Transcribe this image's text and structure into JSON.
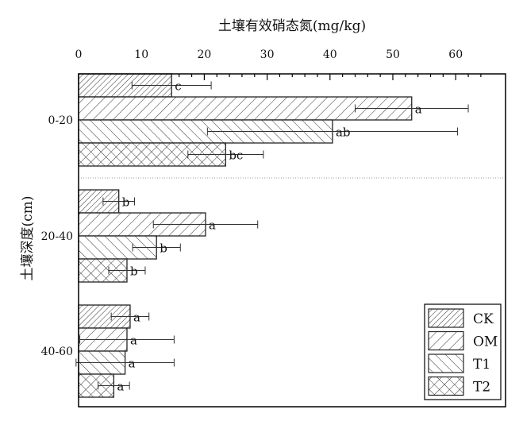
{
  "chart_data": {
    "type": "bar",
    "orientation": "horizontal",
    "title": "土壤有效硝态氮(mg/kg)",
    "xlabel": "土壤有效硝态氮(mg/kg)",
    "ylabel": "土壤深度(cm)",
    "xlim": [
      0,
      65
    ],
    "xticks": [
      "0",
      "10",
      "20",
      "30",
      "40",
      "50",
      "60"
    ],
    "categories": [
      "0-20",
      "20-40",
      "40-60"
    ],
    "legend_position": "bottom-right",
    "series": [
      {
        "name": "CK",
        "pattern": "dense-forward",
        "values": [
          14.8,
          6.4,
          8.2
        ],
        "errors": [
          6.3,
          2.5,
          3.0
        ],
        "letters": [
          "c",
          "b",
          "a"
        ]
      },
      {
        "name": "OM",
        "pattern": "forward",
        "values": [
          53.0,
          20.2,
          7.7
        ],
        "errors": [
          9.0,
          8.3,
          7.5
        ],
        "letters": [
          "a",
          "a",
          "a"
        ]
      },
      {
        "name": "T1",
        "pattern": "backward",
        "values": [
          40.4,
          12.4,
          7.4
        ],
        "errors": [
          19.9,
          3.8,
          7.8
        ],
        "letters": [
          "ab",
          "b",
          "a"
        ]
      },
      {
        "name": "T2",
        "pattern": "cross",
        "values": [
          23.4,
          7.7,
          5.6
        ],
        "errors": [
          6.0,
          2.9,
          2.5
        ],
        "letters": [
          "bc",
          "b",
          "a"
        ]
      }
    ]
  }
}
